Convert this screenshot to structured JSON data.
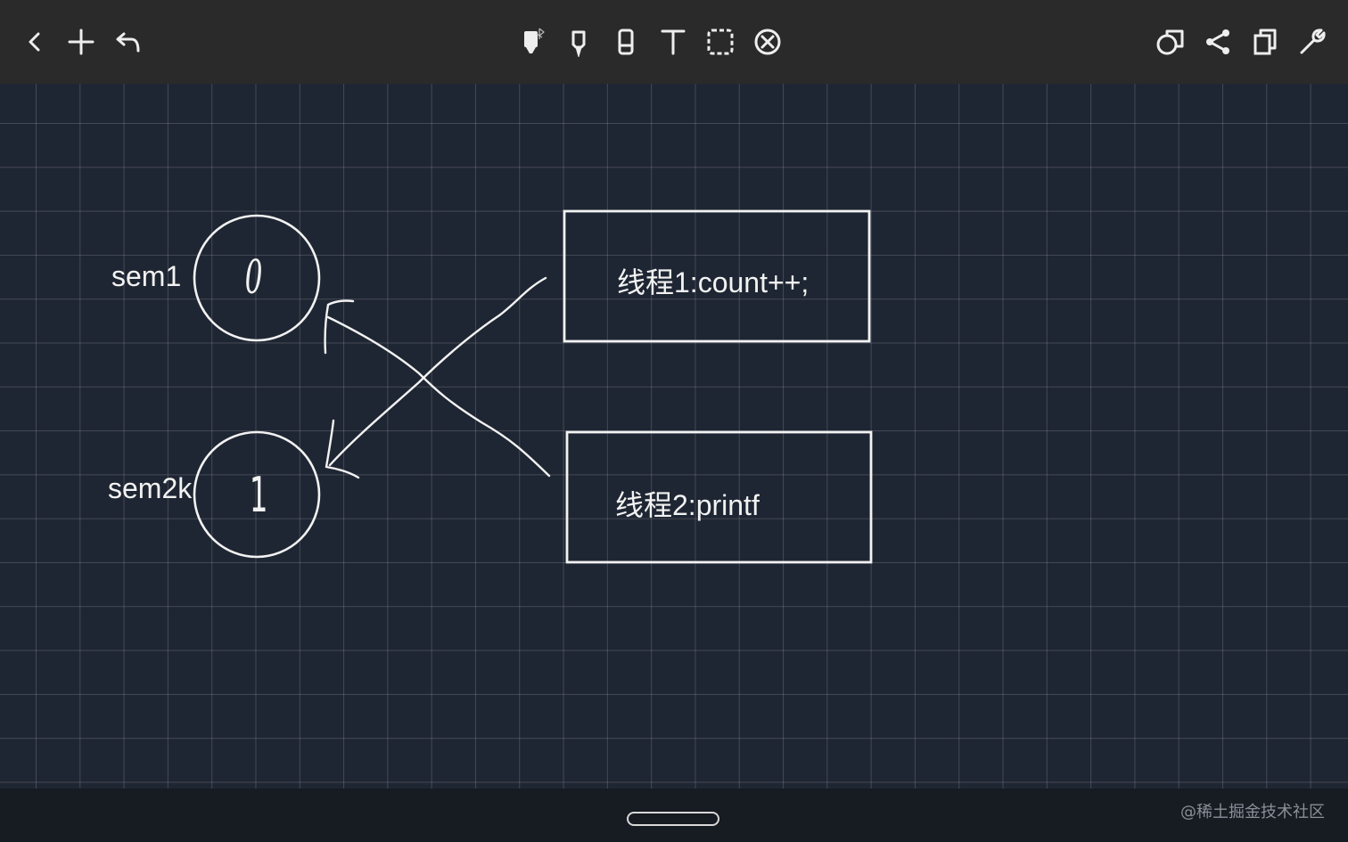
{
  "toolbar": {
    "left_icons": [
      "back-icon",
      "add-icon",
      "undo-icon"
    ],
    "center_icons": [
      "stylus-bluetooth-icon",
      "pen-icon",
      "eraser-icon",
      "text-icon",
      "select-icon",
      "clear-icon"
    ],
    "right_icons": [
      "layers-icon",
      "share-icon",
      "copy-icon",
      "settings-icon"
    ]
  },
  "canvas": {
    "sem1_label": "sem1",
    "sem1_value": "0",
    "sem2_label": "sem2k",
    "sem2_value": "1",
    "thread1_text": "线程1:count++;",
    "thread2_text": "线程2:printf"
  },
  "footer": {
    "watermark": "@稀土掘金技术社区"
  },
  "colors": {
    "toolbar_bg": "#2a2a2a",
    "canvas_bg": "#1f2633",
    "ink": "#f2f2f2"
  }
}
